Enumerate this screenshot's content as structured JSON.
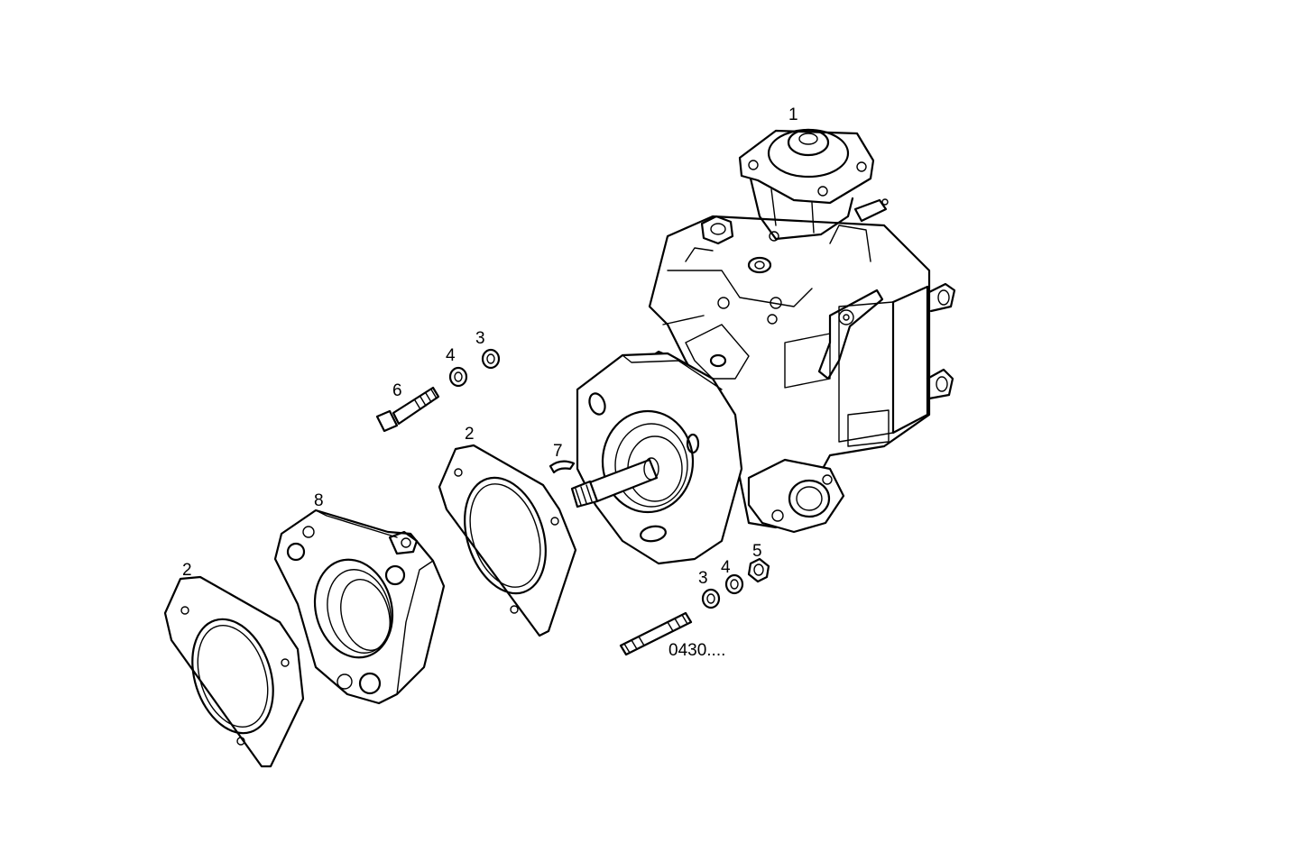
{
  "callouts": {
    "c1": "1",
    "c2a": "2",
    "c2b": "2",
    "c3a": "3",
    "c3b": "3",
    "c4a": "4",
    "c4b": "4",
    "c5": "5",
    "c6": "6",
    "c7": "7",
    "c8": "8"
  },
  "part_number": "0430...."
}
